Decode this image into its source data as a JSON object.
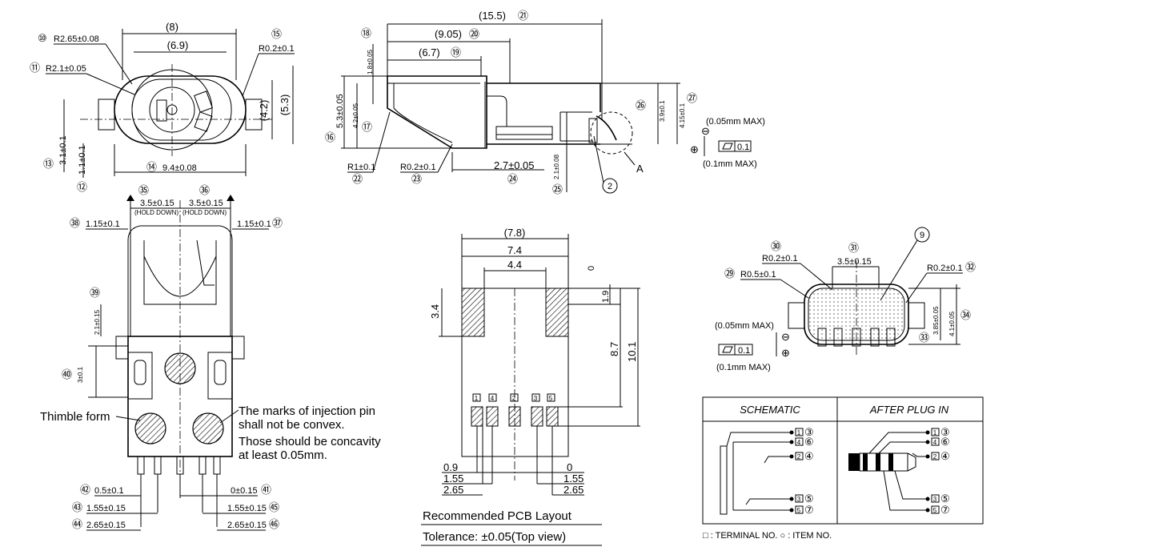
{
  "top_front_view": {
    "labels": {
      "d8": "(8)",
      "d6_9": "(6.9)",
      "r2_65": "R2.65±0.08",
      "r2_1": "R2.1±0.05",
      "r0_2": "R0.2±0.1",
      "d4_2": "(4.2)",
      "d5_3": "(5.3)",
      "d3_1": "3.1±0.1",
      "d1_1": "1.1±0.1",
      "d9_4": "9.4±0.08"
    },
    "items": {
      "i10": "⑩",
      "i11": "⑪",
      "i15": "⑮",
      "i13": "⑬",
      "i12": "⑫",
      "i14": "⑭"
    }
  },
  "top_side_view": {
    "labels": {
      "d15_5": "(15.5)",
      "d9_05": "(9.05)",
      "d6_7": "(6.7)",
      "d1_8": "1.8±0.05",
      "d5_3": "5.3±0.05",
      "d4_2": "4.2±0.05",
      "r1": "R1±0.1",
      "r0_2": "R0.2±0.1",
      "d2_7": "2.7±0.05",
      "d2_1": "2.1±0.08",
      "d3_9": "3.9±0.1",
      "d4_15": "4.15±0.1",
      "flat_plus": "(0.05mm MAX)",
      "flat_minus": "(0.1mm MAX)",
      "flat_val": "0.1",
      "detail_a": "A",
      "item2": "2"
    },
    "items": {
      "i21": "㉑",
      "i20": "⑳",
      "i19": "⑲",
      "i18": "⑱",
      "i16": "⑯",
      "i17": "⑰",
      "i22": "㉒",
      "i23": "㉓",
      "i24": "㉔",
      "i25": "㉕",
      "i26": "㉖",
      "i27": "㉗"
    }
  },
  "bottom_view": {
    "labels": {
      "d3_5a": "3.5±0.15",
      "d3_5b": "3.5±0.15",
      "hold_down": "(HOLD DOWN)",
      "d1_15a": "1.15±0.1",
      "d1_15b": "1.15±0.1",
      "d2_1": "2.1±0.15",
      "d3": "3±0.1",
      "d0_5": "0.5±0.1",
      "d0": "0±0.15",
      "d1_55a": "1.55±0.15",
      "d1_55b": "1.55±0.15",
      "d2_65a": "2.65±0.15",
      "d2_65b": "2.65±0.15",
      "thimble": "Thimble form",
      "note1": "The marks of injection pin",
      "note2": "shall not be convex.",
      "note3": "Those should be concavity",
      "note4": "at least 0.05mm."
    },
    "items": {
      "i35": "㉟",
      "i36": "㊱",
      "i37": "㊲",
      "i38": "㊳",
      "i39": "㊴",
      "i40": "㊵",
      "i41": "㊶",
      "i42": "㊷",
      "i43": "㊸",
      "i44": "㊹",
      "i45": "㊺",
      "i46": "㊻"
    }
  },
  "pcb_layout": {
    "labels": {
      "d7_8": "(7.8)",
      "d7_4": "7.4",
      "d4_4": "4.4",
      "d0": "0",
      "d1_9": "1.9",
      "d3_4": "3.4",
      "d8_7": "8.7",
      "d10_1": "10.1",
      "l0_9": "0.9",
      "l1_55": "1.55",
      "l2_65": "2.65",
      "r0": "0",
      "r1_55": "1.55",
      "r2_65": "2.65",
      "title": "Recommended  PCB  Layout",
      "tolerance": "Tolerance:  ±0.05(Top  view)"
    },
    "terminals": [
      "1",
      "4",
      "2",
      "3",
      "5"
    ]
  },
  "rear_view": {
    "labels": {
      "r0_2a": "R0.2±0.1",
      "r0_5": "R0.5±0.1",
      "d3_5": "3.5±0.15",
      "r0_2b": "R0.2±0.1",
      "d3_85": "3.85±0.05",
      "d4_1": "4.1±0.05",
      "flat_plus": "(0.05mm MAX)",
      "flat_minus": "(0.1mm MAX)",
      "flat_val": "0.1",
      "item9": "9"
    },
    "items": {
      "i30": "㉚",
      "i31": "㉛",
      "i32": "㉜",
      "i29": "㉙",
      "i33": "㉝",
      "i34": "㉞"
    }
  },
  "schematic": {
    "header_left": "SCHEMATIC",
    "header_right": "AFTER  PLUG  IN",
    "left_pins": [
      {
        "terminal": "1",
        "item": "③"
      },
      {
        "terminal": "4",
        "item": "⑥"
      },
      {
        "terminal": "2",
        "item": "④"
      },
      {
        "terminal": "3",
        "item": "⑤"
      },
      {
        "terminal": "5",
        "item": "⑦"
      }
    ],
    "right_pins": [
      {
        "terminal": "1",
        "item": "③"
      },
      {
        "terminal": "4",
        "item": "⑥"
      },
      {
        "terminal": "2",
        "item": "④"
      },
      {
        "terminal": "3",
        "item": "⑤"
      },
      {
        "terminal": "5",
        "item": "⑦"
      }
    ],
    "legend": "□ : TERMINAL  NO.   ○ : ITEM  NO."
  }
}
